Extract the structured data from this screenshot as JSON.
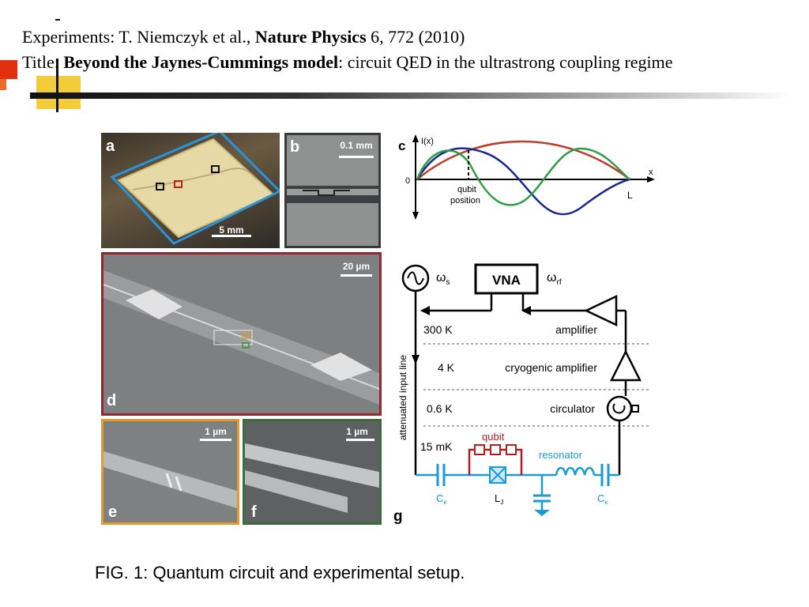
{
  "header": {
    "line1_prefix": "Experiments:  T. Niemczyk et al., ",
    "line1_journal": "Nature Physics",
    "line1_suffix": " 6, 772 (2010)",
    "line2_prefix": "Title: ",
    "line2_title": "Beyond the Jaynes-Cummings model",
    "line2_suffix": ":   circuit QED in the ultrastrong coupling regime"
  },
  "figure": {
    "panel_a": {
      "label": "a",
      "scale": "5 mm"
    },
    "panel_b": {
      "label": "b",
      "scale": "0.1 mm"
    },
    "panel_c": {
      "label": "c",
      "y_label": "I(x)",
      "zero": "0",
      "x_label": "x",
      "end_label": "L",
      "qubit_line1": "qubit",
      "qubit_line2": "position"
    },
    "panel_d": {
      "label": "d",
      "scale": "20 µm"
    },
    "panel_e": {
      "label": "e",
      "scale": "1 µm"
    },
    "panel_f": {
      "label": "f",
      "scale": "1 µm"
    },
    "panel_g": {
      "label": "g",
      "source": "ω",
      "source_sub": "s",
      "vna": "VNA",
      "rf": "ω",
      "rf_sub": "rf",
      "side_label": "attenuated input line",
      "stages": [
        "300 K",
        "4 K",
        "0.6 K",
        "15 mK"
      ],
      "amplifier": "amplifier",
      "cryo_amplifier": "cryogenic amplifier",
      "circulator": "circulator",
      "qubit": "qubit",
      "resonator": "resonator",
      "cap_left": "C",
      "cap_left_sub": "κ",
      "lj": "L",
      "lj_sub": "J",
      "cap_right": "C",
      "cap_right_sub": "κ"
    }
  },
  "caption": "FIG. 1: Quantum circuit and experimental setup.",
  "colors": {
    "red": "#c0392b",
    "blue": "#1a2a8c",
    "green": "#2e9e44",
    "cyan": "#1a9ad6",
    "qubit_red": "#b02020",
    "frame_red": "#8e2a2f",
    "frame_orange": "#e39a2e",
    "frame_green": "#3f6b3c"
  }
}
